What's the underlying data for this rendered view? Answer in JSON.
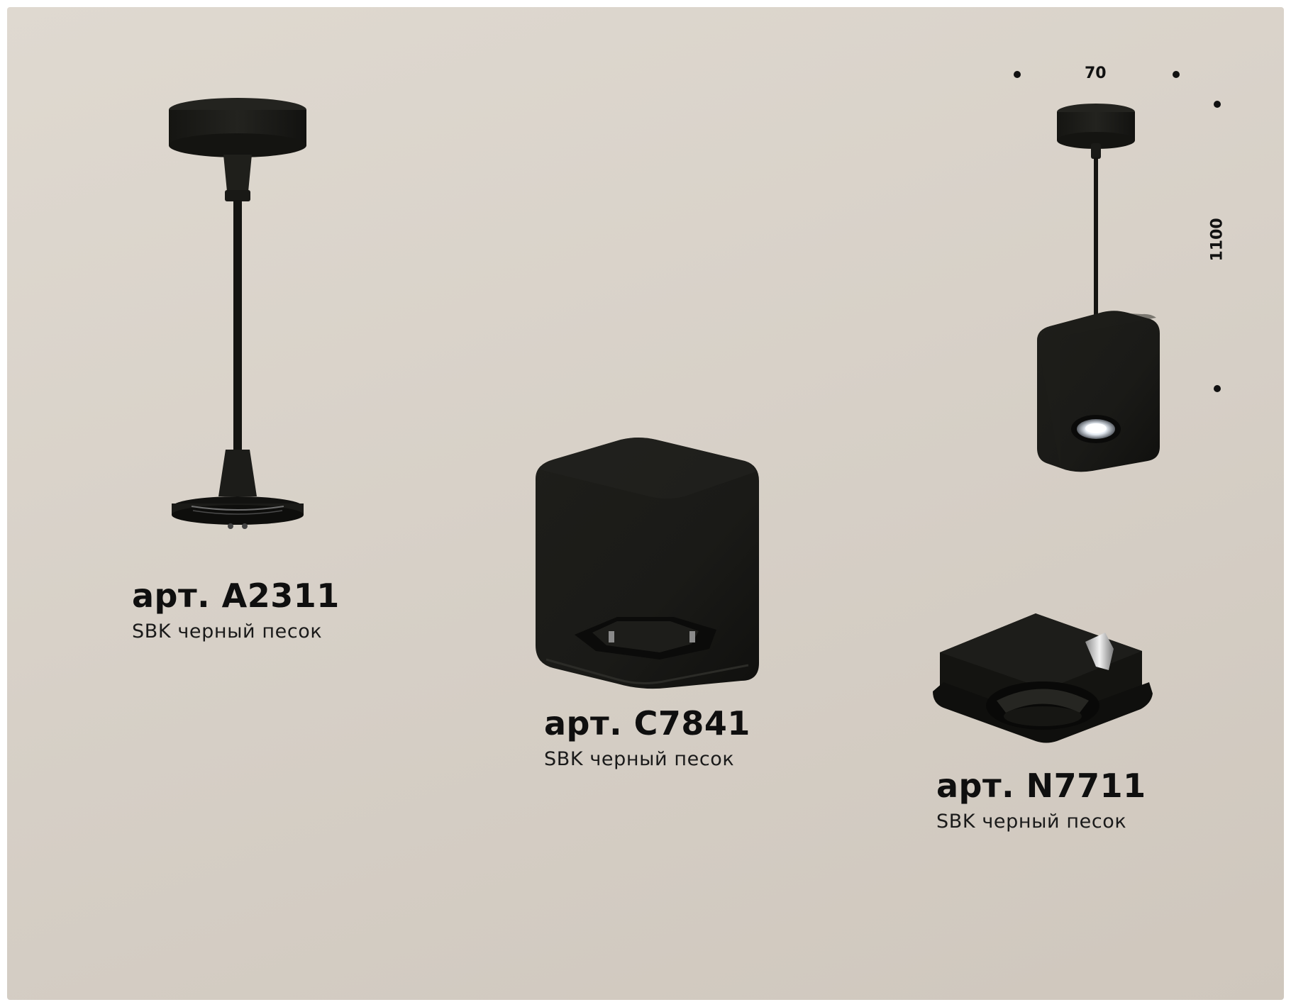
{
  "products": [
    {
      "title": "арт. A2311",
      "subtitle": "SBK черный песок"
    },
    {
      "title": "арт. C7841",
      "subtitle": "SBK черный песок"
    },
    {
      "title": "арт. N7711",
      "subtitle": "SBK черный песок"
    }
  ],
  "dimensions": {
    "width": "70",
    "height": "1100"
  },
  "colors": {
    "background": "#d9d2c9",
    "fixture": "#1b1b17",
    "text": "#0f0f0f"
  }
}
